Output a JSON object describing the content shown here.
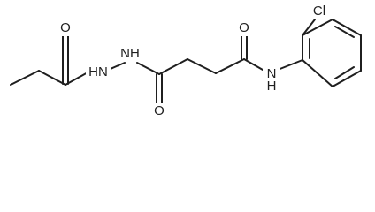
{
  "structure": {
    "atom_labels": {
      "carbonyl_oxygen_left": "O",
      "hydrazide_nitrogen_left": "HN",
      "hydrazide_nitrogen_right": "NH",
      "carbonyl_oxygen_middle": "O",
      "carbonyl_oxygen_right": "O",
      "amide_nitrogen": "N",
      "amide_hydrogen": "H",
      "chlorine": "Cl"
    },
    "colors": {
      "bond": "#1f1f1f",
      "text": "#1f1f1f"
    }
  }
}
